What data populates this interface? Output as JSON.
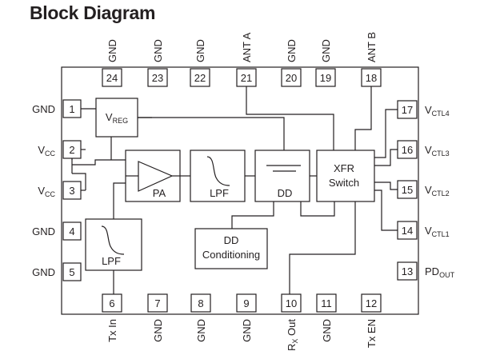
{
  "title": "Block Diagram",
  "pins": {
    "p1": {
      "num": "1",
      "label": "GND"
    },
    "p2": {
      "num": "2",
      "label": "V",
      "sub": "CC"
    },
    "p3": {
      "num": "3",
      "label": "V",
      "sub": "CC"
    },
    "p4": {
      "num": "4",
      "label": "GND"
    },
    "p5": {
      "num": "5",
      "label": "GND"
    },
    "p6": {
      "num": "6",
      "label": "Tx In"
    },
    "p7": {
      "num": "7",
      "label": "GND"
    },
    "p8": {
      "num": "8",
      "label": "GND"
    },
    "p9": {
      "num": "9",
      "label": "GND"
    },
    "p10": {
      "num": "10",
      "label": "R",
      "sub": "X",
      "tail": " Out"
    },
    "p11": {
      "num": "11",
      "label": "GND"
    },
    "p12": {
      "num": "12",
      "label": "Tx EN"
    },
    "p13": {
      "num": "13",
      "label": "PD",
      "sub": "OUT"
    },
    "p14": {
      "num": "14",
      "label": "V",
      "sub": "CTL1"
    },
    "p15": {
      "num": "15",
      "label": "V",
      "sub": "CTL2"
    },
    "p16": {
      "num": "16",
      "label": "V",
      "sub": "CTL3"
    },
    "p17": {
      "num": "17",
      "label": "V",
      "sub": "CTL4"
    },
    "p18": {
      "num": "18",
      "label": "ANT B"
    },
    "p19": {
      "num": "19",
      "label": "GND"
    },
    "p20": {
      "num": "20",
      "label": "GND"
    },
    "p21": {
      "num": "21",
      "label": "ANT A"
    },
    "p22": {
      "num": "22",
      "label": "GND"
    },
    "p23": {
      "num": "23",
      "label": "GND"
    },
    "p24": {
      "num": "24",
      "label": "GND"
    }
  },
  "blocks": {
    "vreg": {
      "label": "V",
      "sub": "REG"
    },
    "pa": "PA",
    "lpf_top": "LPF",
    "dd": "DD",
    "xfr_line1": "XFR",
    "xfr_line2": "Switch",
    "lpf_bottom": "LPF",
    "ddc_line1": "DD",
    "ddc_line2": "Conditioning"
  }
}
